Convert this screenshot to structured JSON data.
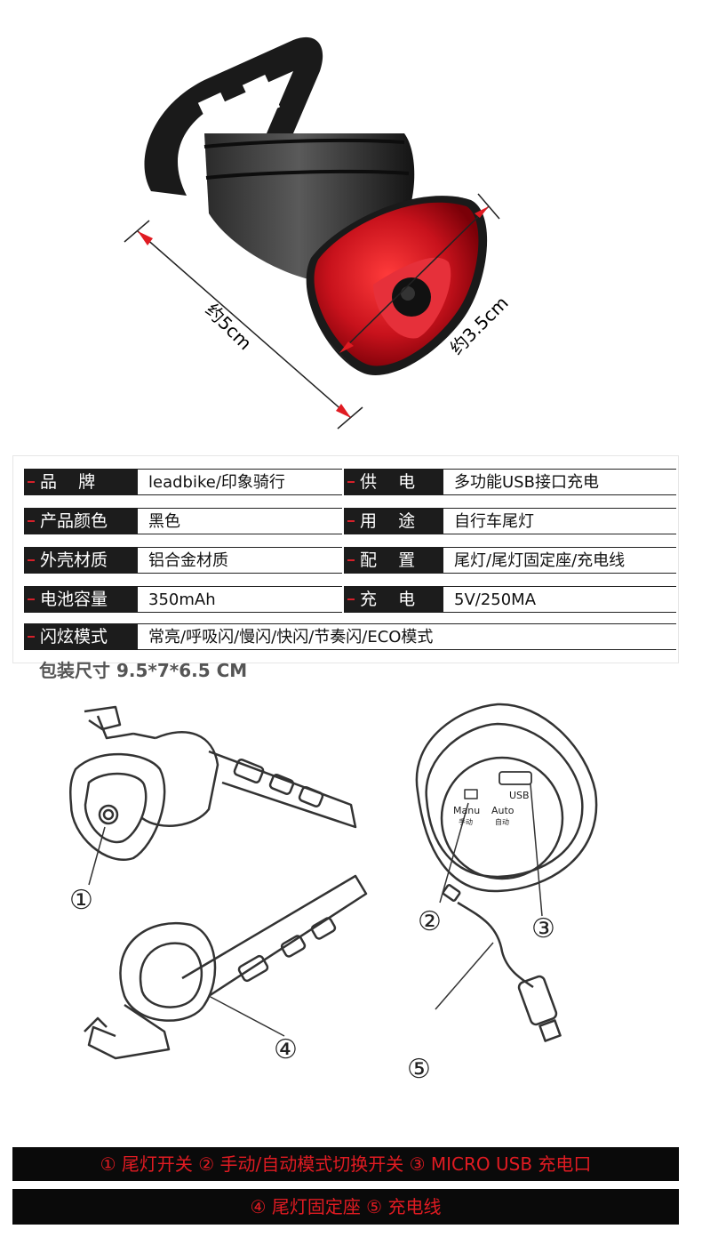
{
  "photo": {
    "length_label": "约5cm",
    "width_label": "约3.5cm"
  },
  "specs": [
    {
      "label": "品    牌",
      "value": "leadbike/印象骑行"
    },
    {
      "label": "供    电",
      "value": "多功能USB接口充电"
    },
    {
      "label": "产品颜色",
      "value": "黑色"
    },
    {
      "label": "用    途",
      "value": "自行车尾灯"
    },
    {
      "label": "外壳材质",
      "value": "铝合金材质"
    },
    {
      "label": "配    置",
      "value": "尾灯/尾灯固定座/充电线"
    },
    {
      "label": "电池容量",
      "value": "350mAh"
    },
    {
      "label": "充    电",
      "value": "5V/250MA"
    },
    {
      "label": "闪炫模式",
      "value": "常亮/呼吸闪/慢闪/快闪/节奏闪/ECO模式"
    }
  ],
  "package_size": "包装尺寸 9.5*7*6.5 CM",
  "diagram": {
    "num1": "①",
    "num2": "②",
    "num3": "③",
    "num4": "④",
    "num5": "⑤",
    "switch_manu": "Manu",
    "switch_manu_cn": "手动",
    "switch_auto": "Auto",
    "switch_auto_cn": "自动",
    "usb": "USB"
  },
  "legend": {
    "line1": "① 尾灯开关  ② 手动/自动模式切换开关  ③ MICRO USB 充电口",
    "line2": "④ 尾灯固定座   ⑤ 充电线"
  },
  "colors": {
    "accent": "#e01b22",
    "lens": "#c4121c",
    "label_bg": "#1c1c1c"
  }
}
